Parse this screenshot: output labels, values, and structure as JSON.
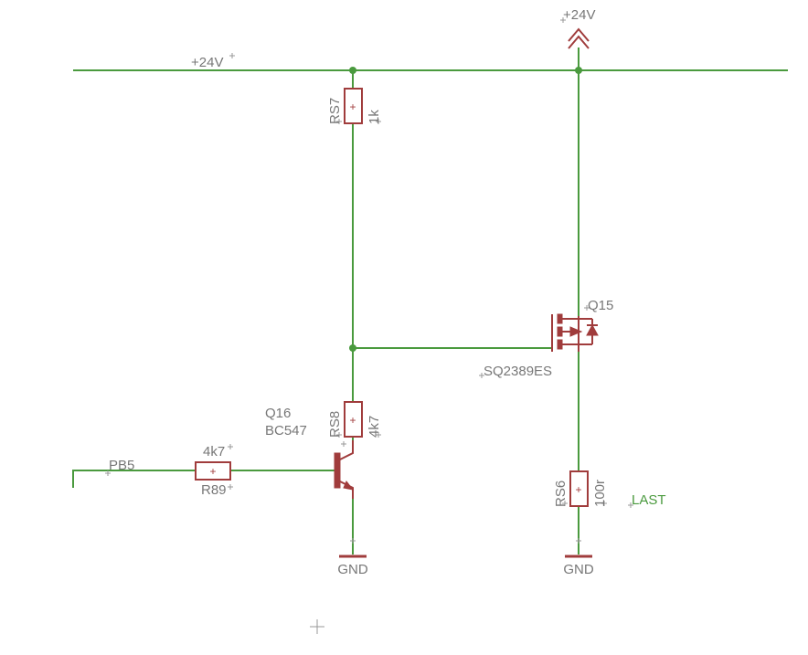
{
  "supply": {
    "label_left": "+24V",
    "label_top": "+24V"
  },
  "ground": {
    "label_q16": "GND",
    "label_rs6": "GND"
  },
  "nets": {
    "pb5": "PB5",
    "last": "LAST"
  },
  "resistors": {
    "rs7": {
      "name": "RS7",
      "value": "1k"
    },
    "rs8": {
      "name": "RS8",
      "value": "4k7"
    },
    "rs6": {
      "name": "RS6",
      "value": "100r"
    },
    "r89": {
      "name": "R89",
      "value": "4k7"
    }
  },
  "transistors": {
    "q16": {
      "name": "Q16",
      "part": "BC547"
    },
    "q15": {
      "name": "Q15",
      "part": "SQ2389ES"
    }
  },
  "colors": {
    "wire": "#4a9a3e",
    "component": "#a03c3c",
    "label": "#777777"
  }
}
